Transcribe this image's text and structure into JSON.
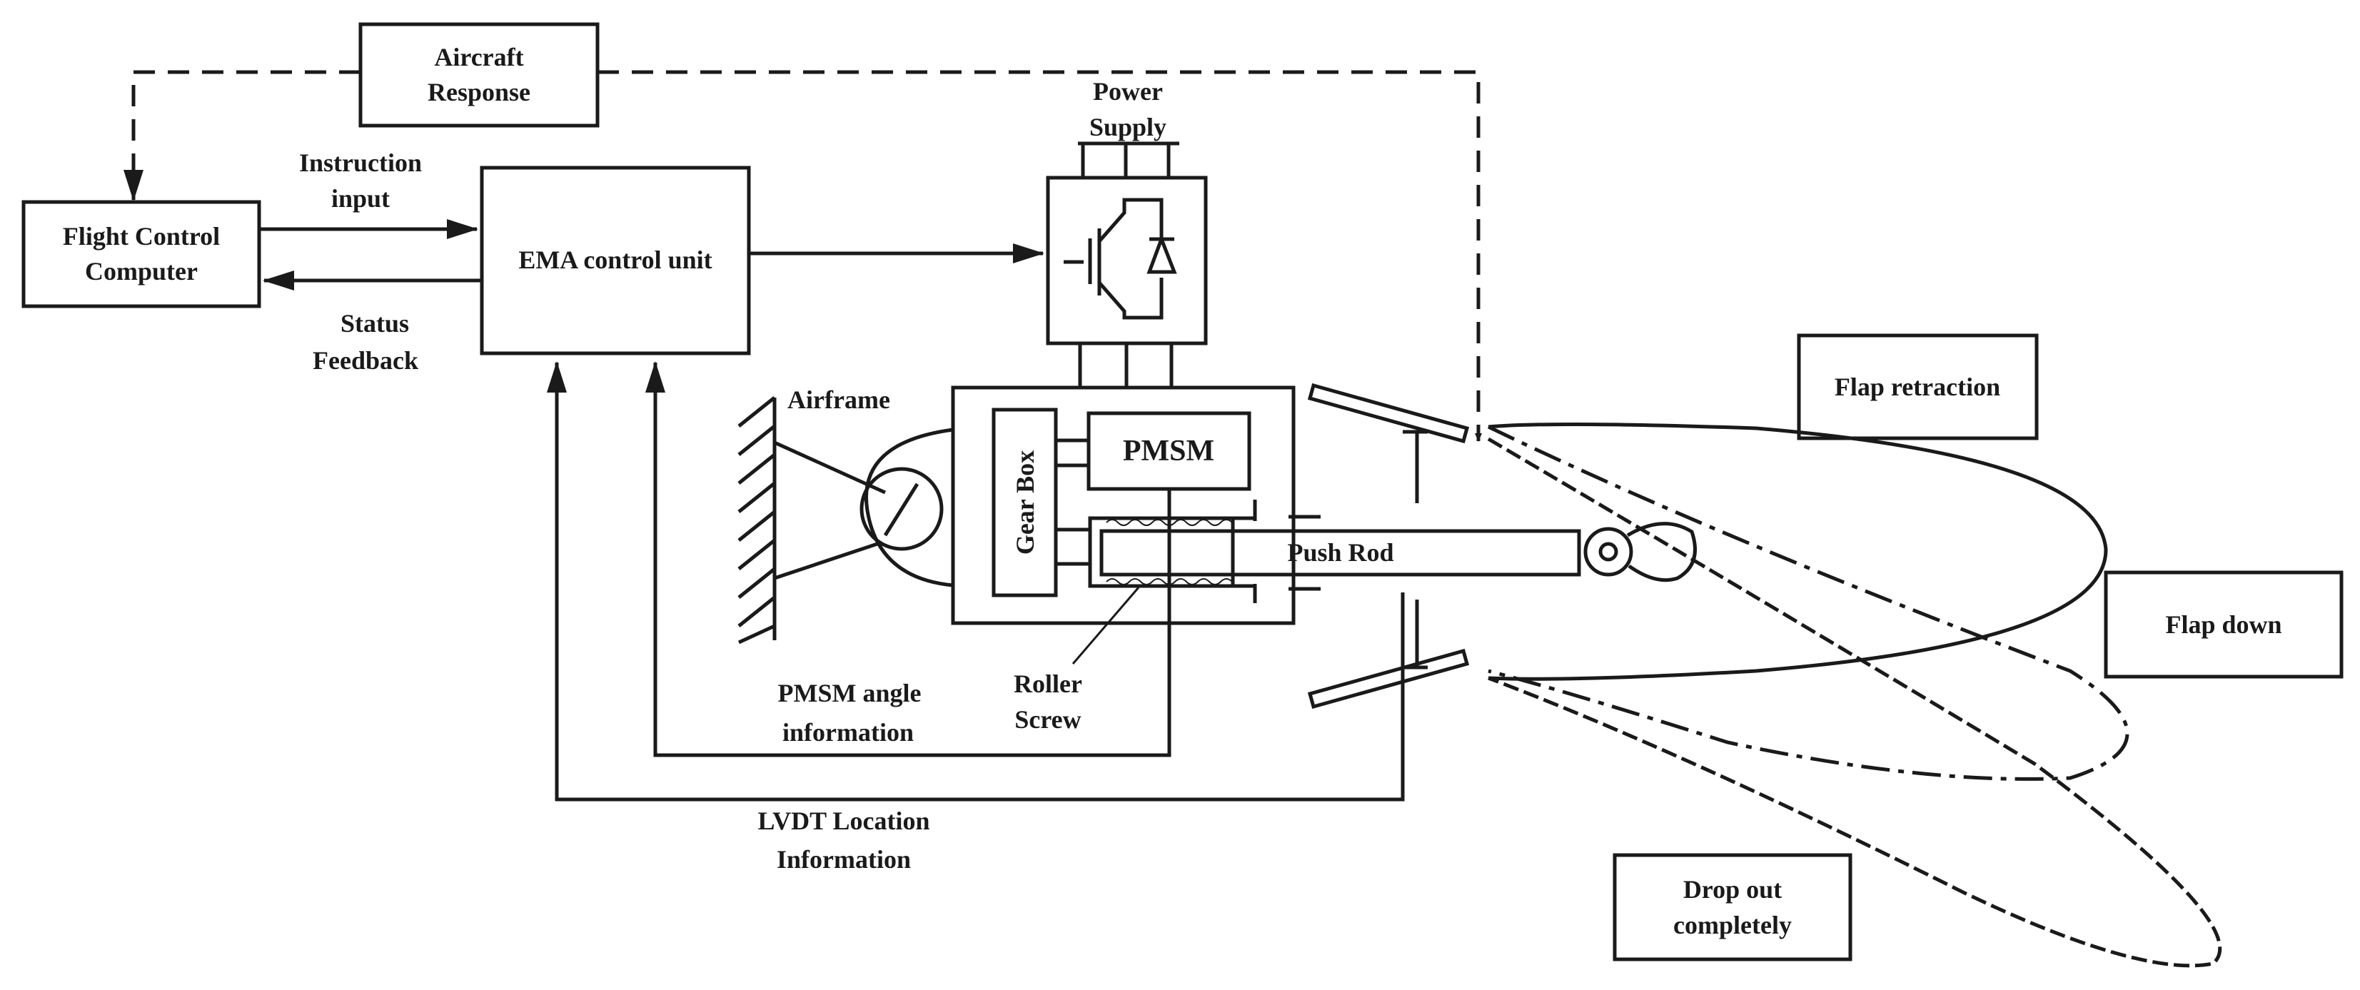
{
  "blocks": {
    "aircraft_response": [
      "Aircraft",
      "Response"
    ],
    "flight_control_computer": [
      "Flight Control",
      "Computer"
    ],
    "ema_control_unit": "EMA control unit",
    "power_supply": [
      "Power",
      "Supply"
    ],
    "pmsm": "PMSM",
    "gear_box": "Gear Box",
    "push_rod": "Push Rod"
  },
  "signals": {
    "instruction_input": [
      "Instruction",
      "input"
    ],
    "status_feedback": [
      "Status",
      "Feedback"
    ],
    "pmsm_angle": [
      "PMSM angle",
      "information"
    ],
    "lvdt_location": [
      "LVDT Location",
      "Information"
    ]
  },
  "labels": {
    "airframe": "Airframe",
    "roller_screw": [
      "Roller",
      "Screw"
    ]
  },
  "flap_states": {
    "retraction": "Flap retraction",
    "down": "Flap down",
    "drop_out": [
      "Drop out",
      "completely"
    ]
  }
}
